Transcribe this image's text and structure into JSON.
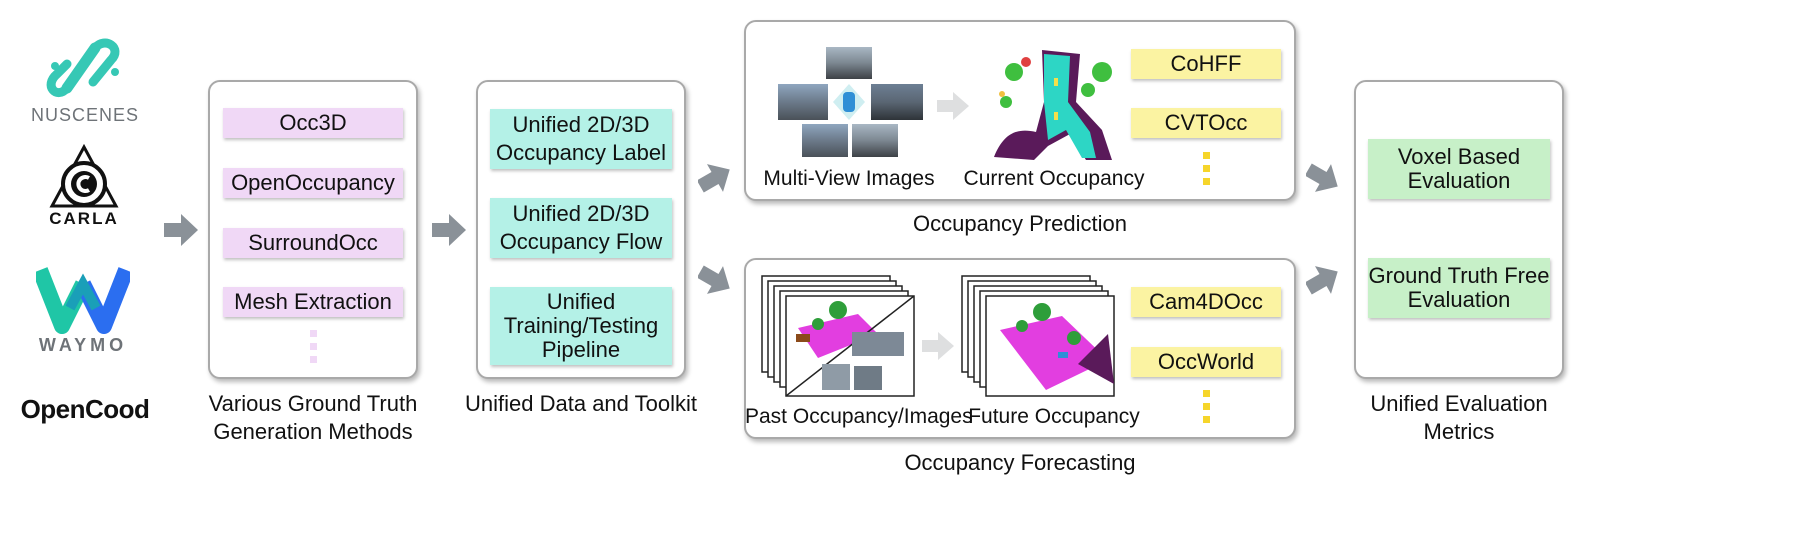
{
  "logos": {
    "nuscenes": "NUSCENES",
    "carla": "CARLA",
    "waymo": "WAYMO",
    "opencood": "OpenCood"
  },
  "ground_truth": {
    "items": [
      "Occ3D",
      "OpenOccupancy",
      "SurroundOcc",
      "Mesh Extraction"
    ],
    "caption_line1": "Various Ground Truth",
    "caption_line2": "Generation Methods"
  },
  "toolkit": {
    "item1_line1": "Unified 2D/3D",
    "item1_line2": "Occupancy Label",
    "item2_line1": "Unified 2D/3D",
    "item2_line2": "Occupancy Flow",
    "item3_line1": "Unified",
    "item3_line2": "Training/Testing",
    "item3_line3": "Pipeline",
    "caption": "Unified Data and Toolkit"
  },
  "prediction": {
    "input_label": "Multi-View Images",
    "output_label": "Current Occupancy",
    "methods": [
      "CoHFF",
      "CVTOcc"
    ],
    "title": "Occupancy Prediction"
  },
  "forecasting": {
    "input_label": "Past Occupancy/Images",
    "output_label": "Future Occupancy",
    "methods": [
      "Cam4DOcc",
      "OccWorld"
    ],
    "title": "Occupancy Forecasting"
  },
  "evaluation": {
    "item1_line1": "Voxel Based",
    "item1_line2": "Evaluation",
    "item2_line1": "Ground Truth Free",
    "item2_line2": "Evaluation",
    "caption_line1": "Unified Evaluation",
    "caption_line2": "Metrics"
  },
  "colors": {
    "pink": "#f0d8f6",
    "teal": "#b4f1e7",
    "yellow": "#fbf3a2",
    "green": "#c7f0c8",
    "arrow": "#8a9198",
    "nuscenes_accent": "#36c8b5",
    "waymo_teal": "#1fc6a6",
    "waymo_blue": "#2b6ef0"
  }
}
